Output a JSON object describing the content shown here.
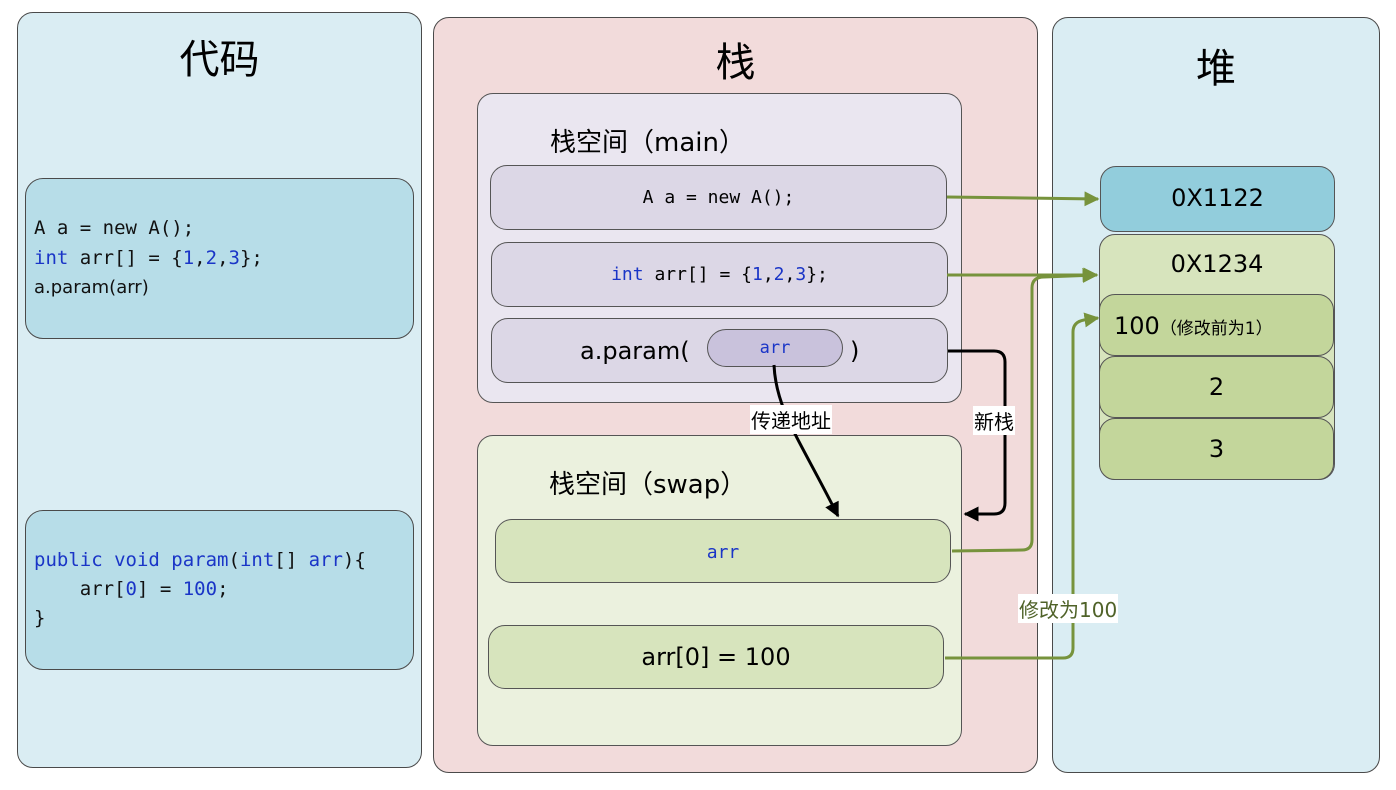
{
  "code_panel": {
    "title": "代码",
    "snippet1": {
      "line1": "A a = new A();",
      "line2_kw": "int",
      "line2_a": " arr[] = {",
      "line2_n1": "1",
      "line2_c1": ",",
      "line2_n2": "2",
      "line2_c2": ",",
      "line2_n3": "3",
      "line2_b": "};",
      "line3": "a.param(arr)"
    },
    "snippet2": {
      "line1_kw": "public void ",
      "line1_fn": "param",
      "line1_a": "(",
      "line1_kw2": "int",
      "line1_b": "[] ",
      "line1_param": "arr",
      "line1_c": "){",
      "line2_a": "    arr[",
      "line2_idx": "0",
      "line2_b": "] = ",
      "line2_val": "100",
      "line2_c": ";",
      "line3": "}"
    }
  },
  "stack_panel": {
    "title": "栈",
    "main_frame": {
      "title": "栈空间（main）",
      "slot1": "A a = new A();",
      "slot2_kw": "int",
      "slot2_a": " arr[] = {",
      "slot2_n1": "1",
      "slot2_c1": ",",
      "slot2_n2": "2",
      "slot2_c2": ",",
      "slot2_n3": "3",
      "slot2_b": "};",
      "slot3_prefix": "a.param(",
      "slot3_arg": "arr",
      "slot3_suffix": ")"
    },
    "swap_frame": {
      "title": "栈空间（swap）",
      "slot1": "arr",
      "slot2": "arr[0] = 100"
    }
  },
  "heap_panel": {
    "title": "堆",
    "object1": "0X1122",
    "object2": "0X1234",
    "cells": [
      "100",
      "2",
      "3"
    ],
    "cell0_note": "（修改前为1）"
  },
  "labels": {
    "pass_address": "传递地址",
    "new_stack": "新栈",
    "modify_to": "修改为100"
  },
  "colors": {
    "reference_arrow": "#77933c",
    "call_arrow": "#000000",
    "keyword": "#1a35c7",
    "modify_label": "#4f6228"
  }
}
